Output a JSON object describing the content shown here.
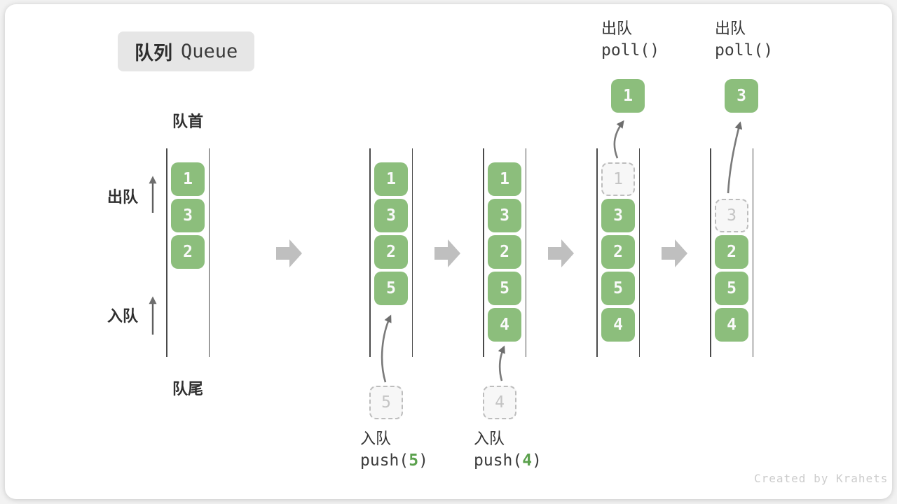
{
  "badge": {
    "zh": "队列",
    "en": "Queue"
  },
  "side_labels": {
    "front": "队首",
    "rear": "队尾",
    "dequeue": "出队",
    "enqueue": "入队"
  },
  "watermark": "Created by Krahets",
  "colors": {
    "element_green": "#8CBE7C",
    "code_arg_green": "#5BA14D",
    "flow_arrow_gray": "#BFBFBF",
    "dashed_border_gray": "#BDBDBD",
    "badge_bg": "#E6E6E6"
  },
  "columns": [
    {
      "name": "queue-state-1",
      "slots": [
        {
          "row": 0,
          "value": "1",
          "state": "filled"
        },
        {
          "row": 1,
          "value": "3",
          "state": "filled"
        },
        {
          "row": 2,
          "value": "2",
          "state": "filled"
        }
      ]
    },
    {
      "name": "queue-state-2",
      "slots": [
        {
          "row": 0,
          "value": "1",
          "state": "filled"
        },
        {
          "row": 1,
          "value": "3",
          "state": "filled"
        },
        {
          "row": 2,
          "value": "2",
          "state": "filled"
        },
        {
          "row": 3,
          "value": "5",
          "state": "filled"
        }
      ],
      "incoming": "5",
      "caption": {
        "action": "入队",
        "code_pre": "push(",
        "code_arg": "5",
        "code_post": ")"
      }
    },
    {
      "name": "queue-state-3",
      "slots": [
        {
          "row": 0,
          "value": "1",
          "state": "filled"
        },
        {
          "row": 1,
          "value": "3",
          "state": "filled"
        },
        {
          "row": 2,
          "value": "2",
          "state": "filled"
        },
        {
          "row": 3,
          "value": "5",
          "state": "filled"
        },
        {
          "row": 4,
          "value": "4",
          "state": "filled"
        }
      ],
      "incoming": "4",
      "caption": {
        "action": "入队",
        "code_pre": "push(",
        "code_arg": "4",
        "code_post": ")"
      }
    },
    {
      "name": "queue-state-4",
      "slots": [
        {
          "row": 0,
          "value": "1",
          "state": "dashed"
        },
        {
          "row": 1,
          "value": "3",
          "state": "filled"
        },
        {
          "row": 2,
          "value": "2",
          "state": "filled"
        },
        {
          "row": 3,
          "value": "5",
          "state": "filled"
        },
        {
          "row": 4,
          "value": "4",
          "state": "filled"
        }
      ],
      "outgoing": "1",
      "header": {
        "action": "出队",
        "code": "poll()"
      }
    },
    {
      "name": "queue-state-5",
      "slots": [
        {
          "row": 1,
          "value": "3",
          "state": "dashed"
        },
        {
          "row": 2,
          "value": "2",
          "state": "filled"
        },
        {
          "row": 3,
          "value": "5",
          "state": "filled"
        },
        {
          "row": 4,
          "value": "4",
          "state": "filled"
        }
      ],
      "outgoing": "3",
      "header": {
        "action": "出队",
        "code": "poll()"
      }
    }
  ]
}
